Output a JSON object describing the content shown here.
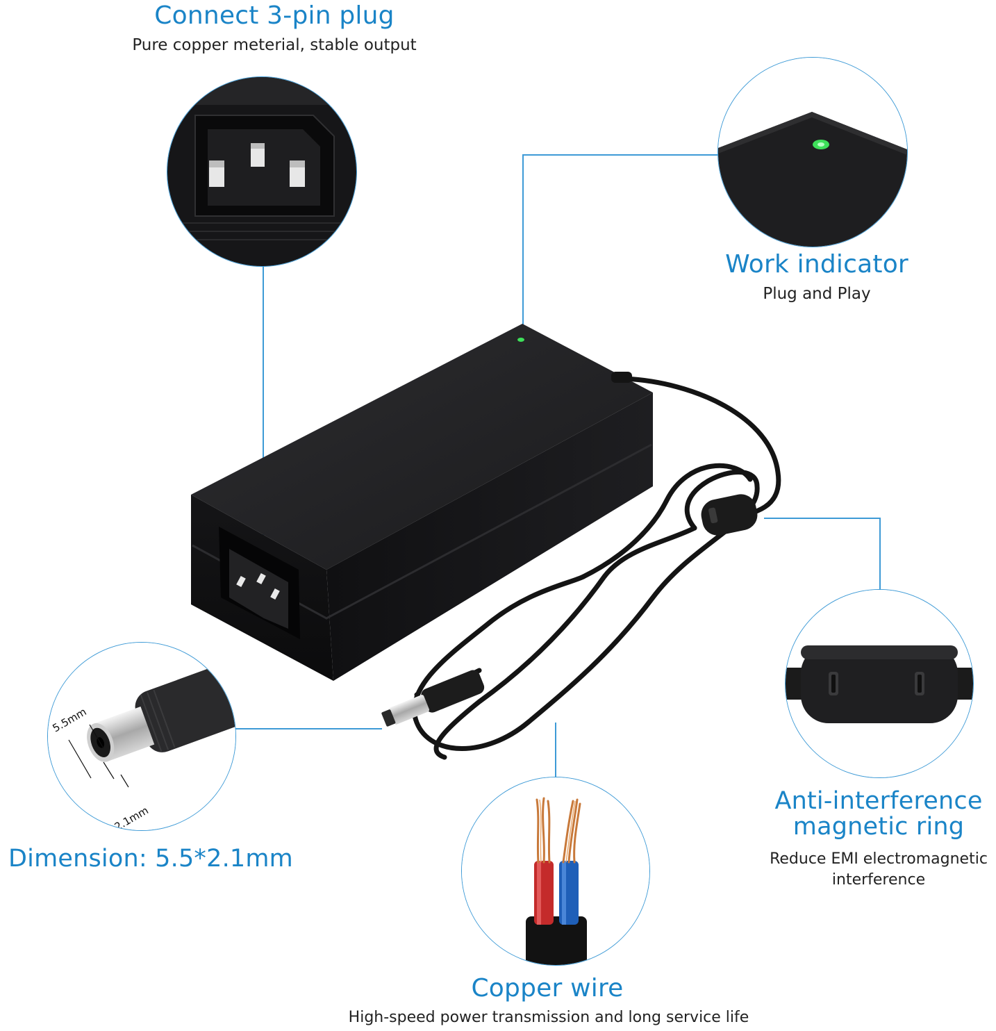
{
  "features": {
    "plug": {
      "title": "Connect 3-pin plug",
      "subtitle": "Pure copper meterial, stable output",
      "icon": "iec-plug-closeup"
    },
    "indicator": {
      "title": "Work indicator",
      "subtitle": "Plug and Play",
      "icon": "green-led-closeup"
    },
    "dimension": {
      "title": "Dimension: 5.5*2.1mm",
      "outer_label": "5.5mm",
      "inner_label": "2.1mm",
      "icon": "dc-barrel-connector-closeup"
    },
    "ring": {
      "title_line1": "Anti-interference",
      "title_line2": "magnetic ring",
      "subtitle_line1": "Reduce EMI electromagnetic",
      "subtitle_line2": "interference",
      "icon": "ferrite-bead-closeup"
    },
    "copper": {
      "title": "Copper wire",
      "subtitle": "High-speed power transmission and long service life",
      "icon": "copper-wire-closeup"
    }
  },
  "colors": {
    "accent": "#1a84c7",
    "callout_line": "#3d9ad6",
    "led_green": "#3ee05a",
    "adapter_body": "#1c1c1e"
  }
}
